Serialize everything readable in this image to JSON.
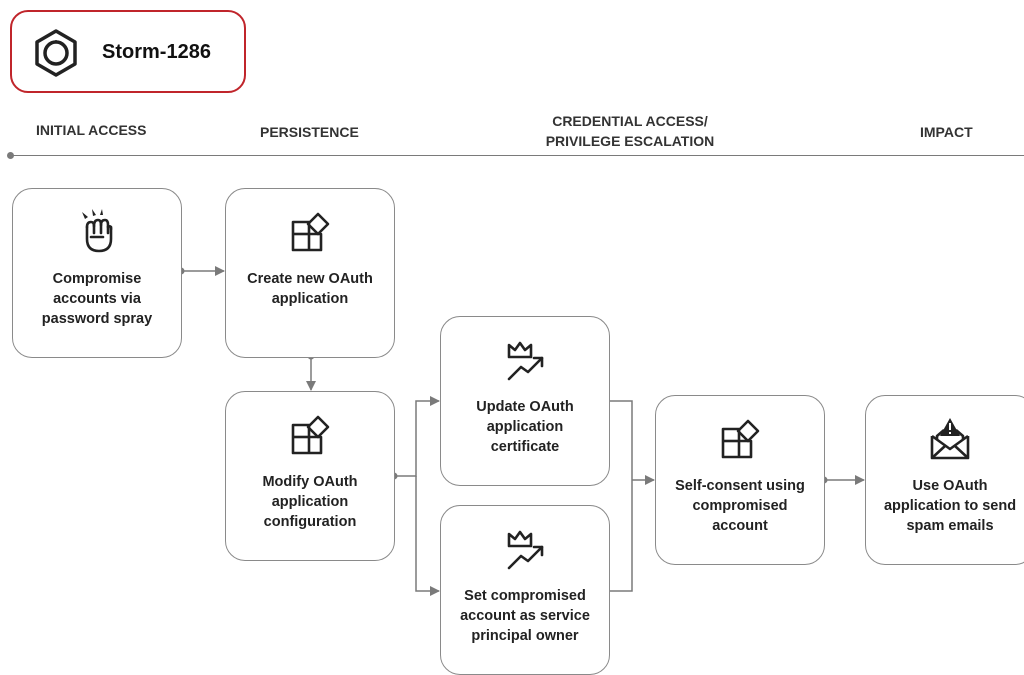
{
  "header": {
    "logo_icon": "hexagon-ring-logo-icon",
    "title": "Storm-1286",
    "border_color": "#c0252b"
  },
  "phases": {
    "initial_access": "INITIAL ACCESS",
    "persistence": "PERSISTENCE",
    "credential_line1": "CREDENTIAL ACCESS/",
    "credential_line2": "PRIVILEGE ESCALATION",
    "impact": "IMPACT"
  },
  "nodes": {
    "password_spray": {
      "icon": "fist-attack-icon",
      "line1": "Compromise",
      "line2": "accounts via",
      "line3": "password spray"
    },
    "create_oauth": {
      "icon": "app-grid-icon",
      "line1": "Create new OAuth",
      "line2": "application"
    },
    "modify_oauth": {
      "icon": "app-grid-icon",
      "line1": "Modify OAuth",
      "line2": "application",
      "line3": "configuration"
    },
    "update_cert": {
      "icon": "crown-trend-icon",
      "line1": "Update OAuth",
      "line2": "application",
      "line3": "certificate"
    },
    "set_owner": {
      "icon": "crown-trend-icon",
      "line1": "Set compromised",
      "line2": "account as service",
      "line3": "principal owner"
    },
    "self_consent": {
      "icon": "app-grid-icon",
      "line1": "Self-consent using",
      "line2": "compromised",
      "line3": "account"
    },
    "spam": {
      "icon": "envelope-alert-icon",
      "line1": "Use OAuth",
      "line2": "application to send",
      "line3": "spam emails"
    }
  },
  "colors": {
    "connector": "#7a7a7a",
    "node_border": "#8a8a8a",
    "text": "#222222"
  }
}
